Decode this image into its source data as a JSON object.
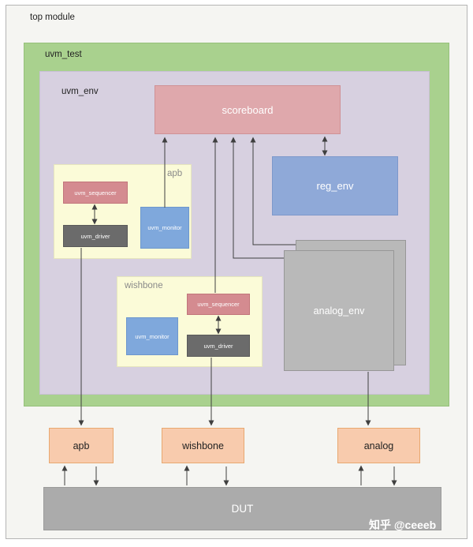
{
  "labels": {
    "top_module": "top module",
    "uvm_test": "uvm_test",
    "uvm_env": "uvm_env",
    "scoreboard": "scoreboard",
    "reg_env": "reg_env",
    "analog_env": "analog_env",
    "dut": "DUT"
  },
  "apb_agent": {
    "title": "apb",
    "sequencer": "uvm_sequencer",
    "driver": "uvm_driver",
    "monitor": "uvm_monitor"
  },
  "wishbone_agent": {
    "title": "wishbone",
    "sequencer": "uvm_sequencer",
    "monitor": "uvm_monitor",
    "driver": "uvm_driver"
  },
  "interfaces": {
    "apb": "apb",
    "wishbone": "wishbone",
    "analog": "analog"
  },
  "watermark": "知乎 @ceeeb",
  "colors": {
    "uvm_test_bg": "#a9d18e",
    "uvm_env_bg": "#d7d0e0",
    "scoreboard_bg": "#dfa8ac",
    "reg_env_bg": "#8fa9d8",
    "agent_bg": "#fbfbd8",
    "sequencer_bg": "#d48b90",
    "driver_bg": "#6b6b6b",
    "monitor_bg": "#7fa8dc",
    "analog_env_bg": "#b9b9b9",
    "interface_bg": "#f8cbad",
    "dut_bg": "#ababab",
    "wire": "#3f3f3f"
  }
}
